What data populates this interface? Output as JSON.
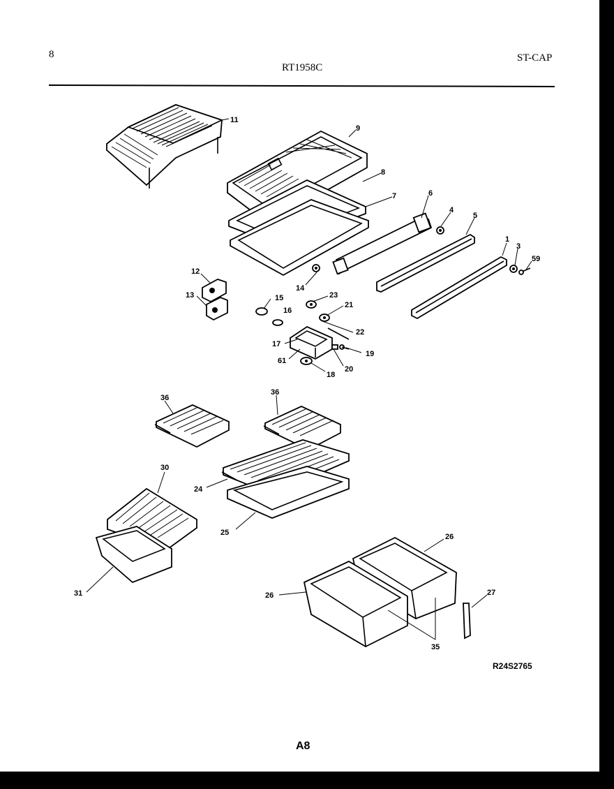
{
  "header": {
    "page_number": "8",
    "model": "RT1958C",
    "code": "ST-CAP"
  },
  "diagram": {
    "callouts": [
      "11",
      "9",
      "8",
      "7",
      "6",
      "4",
      "5",
      "1",
      "3",
      "59",
      "12",
      "13",
      "14",
      "15",
      "16",
      "23",
      "21",
      "22",
      "17",
      "19",
      "61",
      "20",
      "18",
      "36",
      "36",
      "30",
      "24",
      "25",
      "31",
      "26",
      "26",
      "35",
      "27"
    ]
  },
  "reference_code": "R24S2765",
  "footer": {
    "page_label": "A8"
  }
}
